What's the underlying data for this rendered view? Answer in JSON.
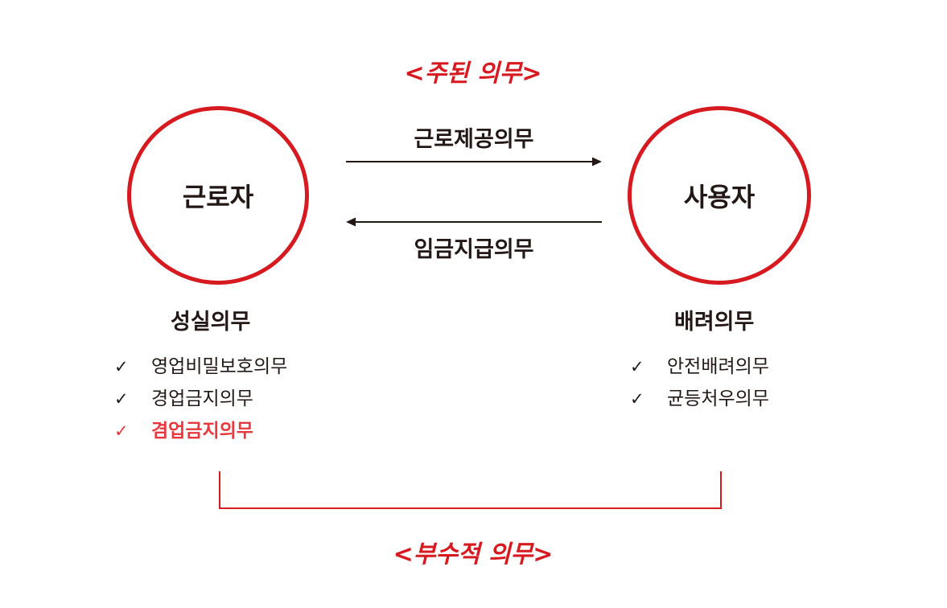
{
  "primary_duty": {
    "title": "<주된 의무>"
  },
  "secondary_duty": {
    "title": "<부수적 의무>"
  },
  "parties": {
    "worker": "근로자",
    "employer": "사용자"
  },
  "arrows": {
    "to_employer": "근로제공의무",
    "to_worker": "임금지급의무"
  },
  "worker_duties": {
    "title": "성실의무",
    "check_mark": "✓",
    "items": [
      {
        "label": "영업비밀보호의무",
        "highlight": false
      },
      {
        "label": "경업금지의무",
        "highlight": false
      },
      {
        "label": "겸업금지의무",
        "highlight": true
      }
    ]
  },
  "employer_duties": {
    "title": "배려의무",
    "check_mark": "✓",
    "items": [
      {
        "label": "안전배려의무"
      },
      {
        "label": "균등처우의무"
      }
    ]
  },
  "colors": {
    "accent_red": "#d71920",
    "highlight_red": "#e8383d",
    "text_dark": "#231815"
  }
}
